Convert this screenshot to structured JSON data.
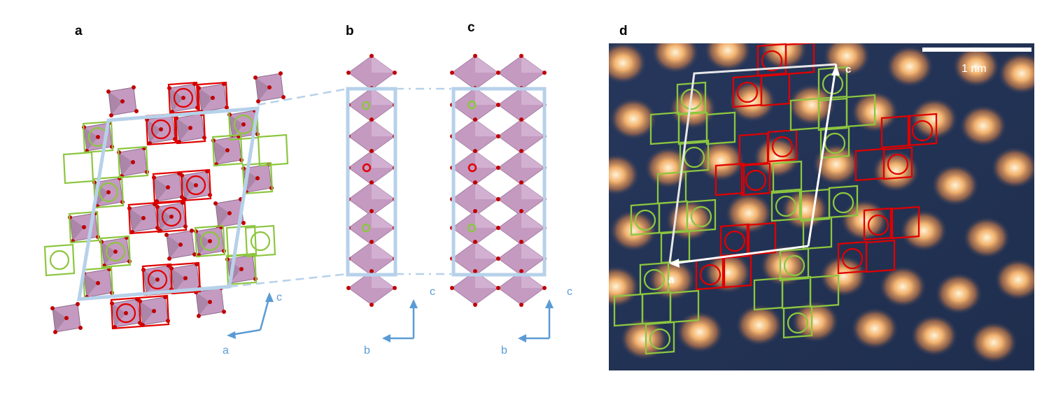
{
  "panels": {
    "a": {
      "label": "a",
      "axes": [
        "c",
        "a"
      ]
    },
    "b": {
      "label": "b",
      "axes": [
        "c",
        "b"
      ]
    },
    "c": {
      "label": "c",
      "axes": [
        "c",
        "b"
      ]
    },
    "d": {
      "label": "d",
      "scale_bar": "1 nm",
      "vector_c": "c",
      "vector_a": "a"
    }
  },
  "colors": {
    "polyhedron": "#c49ac1",
    "polyhedron_dark": "#8e6e8b",
    "oxygen": "#c00000",
    "red_marker": "#e00000",
    "green_marker": "#8cc63f",
    "cell_outline": "#b7d1ea",
    "axis_arrow": "#5b9bd5",
    "stm_dark": "#1c2b4a",
    "stm_bright": "#f6c78a"
  }
}
